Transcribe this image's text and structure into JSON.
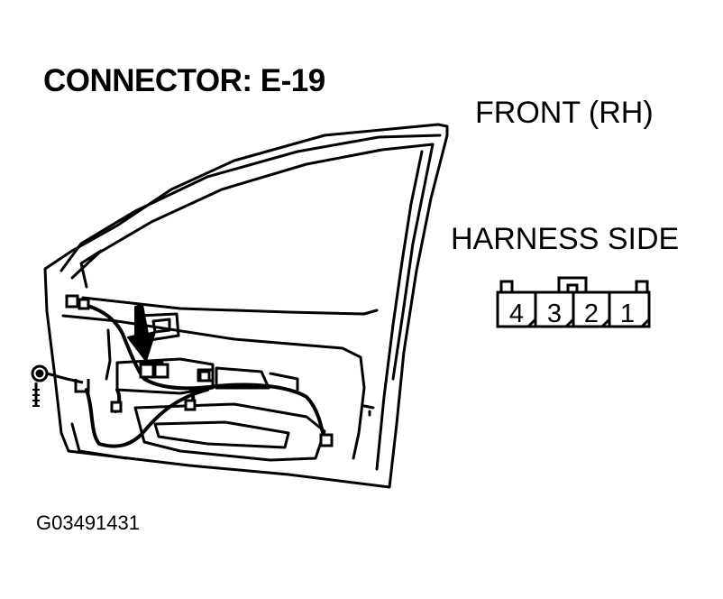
{
  "title": "CONNECTOR: E-19",
  "location": "FRONT (RH)",
  "view": "HARNESS SIDE",
  "connector": {
    "pins": [
      "4",
      "3",
      "2",
      "1"
    ]
  },
  "figure_code": "G03491431"
}
